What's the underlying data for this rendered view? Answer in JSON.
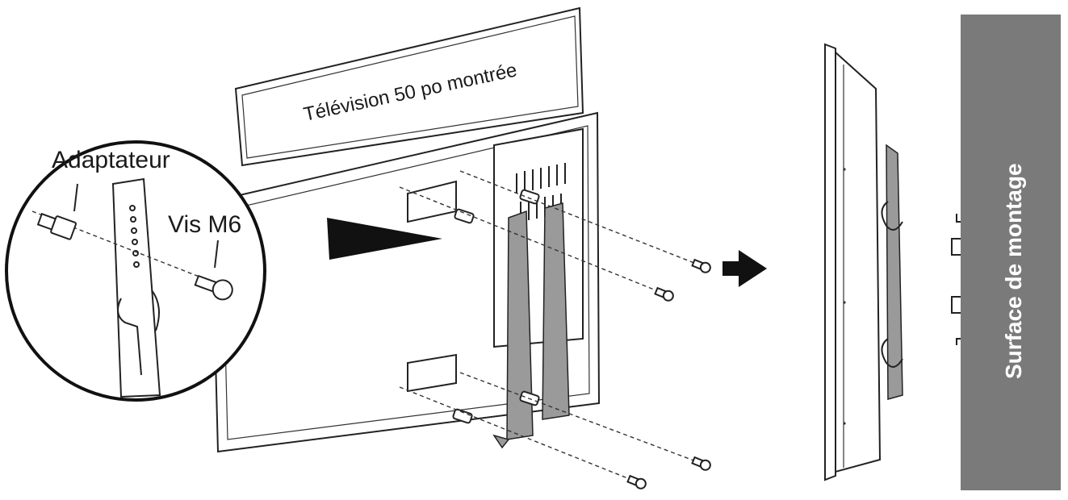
{
  "labels": {
    "tv_caption": "Télévision 50 po montrée",
    "adapter": "Adaptateur",
    "screw": "Vis M6",
    "wall": "Surface de montage"
  },
  "colors": {
    "bracket": "#9a9a9a",
    "wall": "#7a7a7a",
    "outline": "#222222"
  },
  "icons": [
    "arrow-right-icon",
    "screw-icon",
    "adapter-icon"
  ]
}
